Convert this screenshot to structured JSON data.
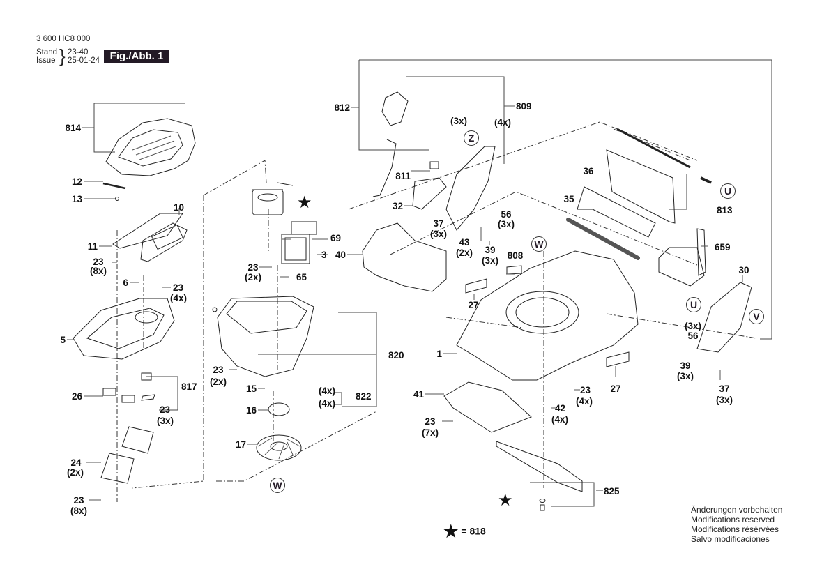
{
  "header": {
    "doc_number": "3 600 HC8 000",
    "stand_label": "Stand",
    "issue_label": "Issue",
    "stand_value_struck": "23-40",
    "issue_date": "25-01-24",
    "figure_badge": "Fig./Abb. 1"
  },
  "notice": {
    "lines": [
      "Änderungen vorbehalten",
      "Modifications reserved",
      "Modifications résérvées",
      "Salvo modificaciones"
    ]
  },
  "legend": {
    "symbol": "star-icon",
    "text": "= 818"
  },
  "reference_circles": [
    "Z",
    "U",
    "W",
    "V"
  ],
  "callouts": [
    {
      "id": "814",
      "qty": ""
    },
    {
      "id": "12",
      "qty": ""
    },
    {
      "id": "13",
      "qty": ""
    },
    {
      "id": "10",
      "qty": ""
    },
    {
      "id": "11",
      "qty": ""
    },
    {
      "id": "23",
      "qty": "(8x)"
    },
    {
      "id": "6",
      "qty": ""
    },
    {
      "id": "23",
      "qty": "(4x)"
    },
    {
      "id": "5",
      "qty": ""
    },
    {
      "id": "817",
      "qty": ""
    },
    {
      "id": "26",
      "qty": ""
    },
    {
      "id": "23",
      "qty": "(3x)"
    },
    {
      "id": "24",
      "qty": "(2x)"
    },
    {
      "id": "23",
      "qty": "(8x)"
    },
    {
      "id": "69",
      "qty": ""
    },
    {
      "id": "3",
      "qty": ""
    },
    {
      "id": "23",
      "qty": "(2x)"
    },
    {
      "id": "65",
      "qty": ""
    },
    {
      "id": "820",
      "qty": ""
    },
    {
      "id": "23",
      "qty": "(2x)"
    },
    {
      "id": "15",
      "qty": ""
    },
    {
      "id": "16",
      "qty": ""
    },
    {
      "id": "17",
      "qty": ""
    },
    {
      "id": "822",
      "qty": "(4x) / (4x)"
    },
    {
      "id": "812",
      "qty": ""
    },
    {
      "id": "809",
      "qty": "(3x) / (4x)"
    },
    {
      "id": "811",
      "qty": ""
    },
    {
      "id": "32",
      "qty": ""
    },
    {
      "id": "37",
      "qty": "(3x)"
    },
    {
      "id": "43",
      "qty": "(2x)"
    },
    {
      "id": "56",
      "qty": "(3x)"
    },
    {
      "id": "39",
      "qty": "(3x)"
    },
    {
      "id": "808",
      "qty": ""
    },
    {
      "id": "40",
      "qty": ""
    },
    {
      "id": "27",
      "qty": ""
    },
    {
      "id": "1",
      "qty": ""
    },
    {
      "id": "41",
      "qty": ""
    },
    {
      "id": "23",
      "qty": "(7x)"
    },
    {
      "id": "42",
      "qty": "(4x)"
    },
    {
      "id": "23",
      "qty": "(4x)"
    },
    {
      "id": "27",
      "qty": ""
    },
    {
      "id": "825",
      "qty": ""
    },
    {
      "id": "36",
      "qty": ""
    },
    {
      "id": "35",
      "qty": ""
    },
    {
      "id": "813",
      "qty": ""
    },
    {
      "id": "659",
      "qty": ""
    },
    {
      "id": "30",
      "qty": ""
    },
    {
      "id": "56",
      "qty": "(3x)"
    },
    {
      "id": "39",
      "qty": "(3x)"
    },
    {
      "id": "37",
      "qty": "(3x)"
    }
  ],
  "labels": {
    "l814": "814",
    "l12": "12",
    "l13": "13",
    "l10": "10",
    "l11": "11",
    "l23a": "23",
    "q8xa": "(8x)",
    "l6": "6",
    "l23b": "23",
    "q4xb": "(4x)",
    "l5": "5",
    "l817": "817",
    "l26": "26",
    "l23c": "23",
    "q3xc": "(3x)",
    "l24": "24",
    "q2x24": "(2x)",
    "l23d": "23",
    "q8xd": "(8x)",
    "l69": "69",
    "l3": "3",
    "l23e": "23",
    "q2xe": "(2x)",
    "l65": "65",
    "l820": "820",
    "l23f": "23",
    "q2xf": "(2x)",
    "l15": "15",
    "l16": "16",
    "l17": "17",
    "q4x822a": "(4x)",
    "q4x822b": "(4x)",
    "l822": "822",
    "l812": "812",
    "l809": "809",
    "q3x809": "(3x)",
    "q4x809": "(4x)",
    "l811": "811",
    "l32": "32",
    "l37a": "37",
    "q3x37a": "(3x)",
    "l43": "43",
    "q2x43": "(2x)",
    "l56a": "56",
    "q3x56a": "(3x)",
    "l39a": "39",
    "q3x39a": "(3x)",
    "l808": "808",
    "l40": "40",
    "l27a": "27",
    "l1": "1",
    "l41": "41",
    "l23g": "23",
    "q7xg": "(7x)",
    "l42": "42",
    "q4x42": "(4x)",
    "l23h": "23",
    "q4xh": "(4x)",
    "l27b": "27",
    "l825": "825",
    "l36": "36",
    "l35": "35",
    "l813": "813",
    "l659": "659",
    "l30": "30",
    "q3x56b": "(3x)",
    "l56b": "56",
    "l39b": "39",
    "q3x39b": "(3x)",
    "l37b": "37",
    "q3x37b": "(3x)"
  }
}
